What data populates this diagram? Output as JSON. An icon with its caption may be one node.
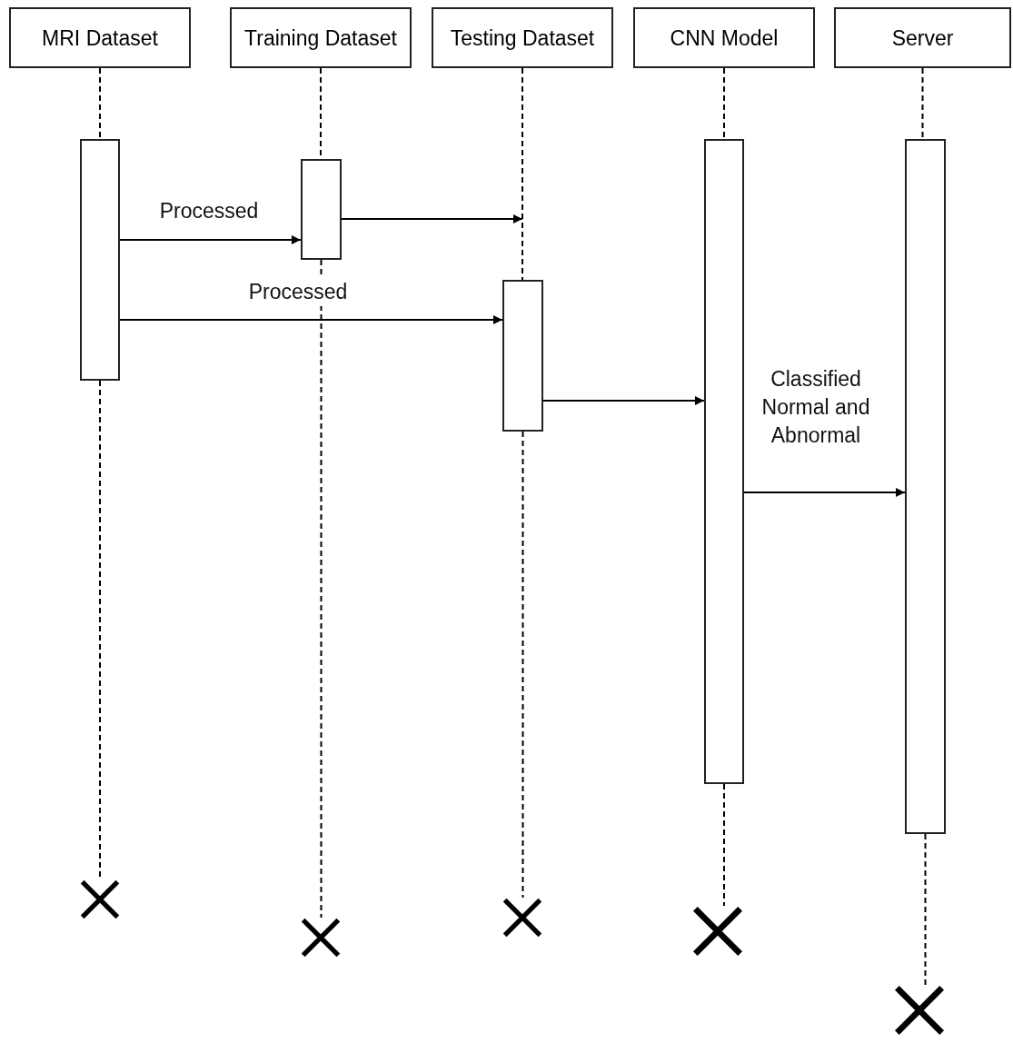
{
  "diagram": {
    "nodes": [
      {
        "text": [
          "MRI Dataset"
        ]
      },
      {
        "text": [
          "Training Dataset"
        ]
      },
      {
        "text": [
          "Testing Dataset"
        ]
      },
      {
        "text": [
          "CNN Model"
        ]
      },
      {
        "text": [
          "Server"
        ]
      },
      {
        "text": [],
        "shape": "bar"
      },
      {
        "text": [],
        "shape": "bar"
      },
      {
        "text": [],
        "shape": "bar"
      },
      {
        "text": [],
        "shape": "bar"
      },
      {
        "text": [],
        "shape": "bar"
      },
      {
        "text": [],
        "shape": "cross"
      },
      {
        "text": [],
        "shape": "cross"
      },
      {
        "text": [],
        "shape": "cross"
      },
      {
        "text": [],
        "shape": "cross"
      },
      {
        "text": [],
        "shape": "cross"
      }
    ],
    "edges": [
      {
        "from": 5,
        "to": 6,
        "arrow": "to",
        "label": "Processed"
      },
      {
        "from": 6,
        "to": null,
        "arrow": "to"
      },
      {
        "from": 5,
        "to": 7,
        "arrow": "to",
        "label": "Processed"
      },
      {
        "from": 7,
        "to": 8,
        "arrow": "to"
      },
      {
        "from": 8,
        "to": 9,
        "arrow": "to",
        "label": "Classified Normal and Abnormal"
      },
      {
        "from": 0,
        "to": 5,
        "arrow": "none",
        "style": "dashed"
      },
      {
        "from": 5,
        "to": 10,
        "arrow": "none",
        "style": "dashed"
      },
      {
        "from": 1,
        "to": 6,
        "arrow": "none",
        "style": "dashed"
      },
      {
        "from": 6,
        "to": 11,
        "arrow": "none",
        "style": "dashed"
      },
      {
        "from": 2,
        "to": 7,
        "arrow": "none",
        "style": "dashed"
      },
      {
        "from": 7,
        "to": 12,
        "arrow": "none",
        "style": "dashed"
      },
      {
        "from": 3,
        "to": 8,
        "arrow": "none",
        "style": "dashed"
      },
      {
        "from": 8,
        "to": 13,
        "arrow": "none",
        "style": "dashed"
      },
      {
        "from": 4,
        "to": 9,
        "arrow": "none",
        "style": "dashed"
      },
      {
        "from": 9,
        "to": 14,
        "arrow": "none",
        "style": "dashed"
      }
    ]
  }
}
